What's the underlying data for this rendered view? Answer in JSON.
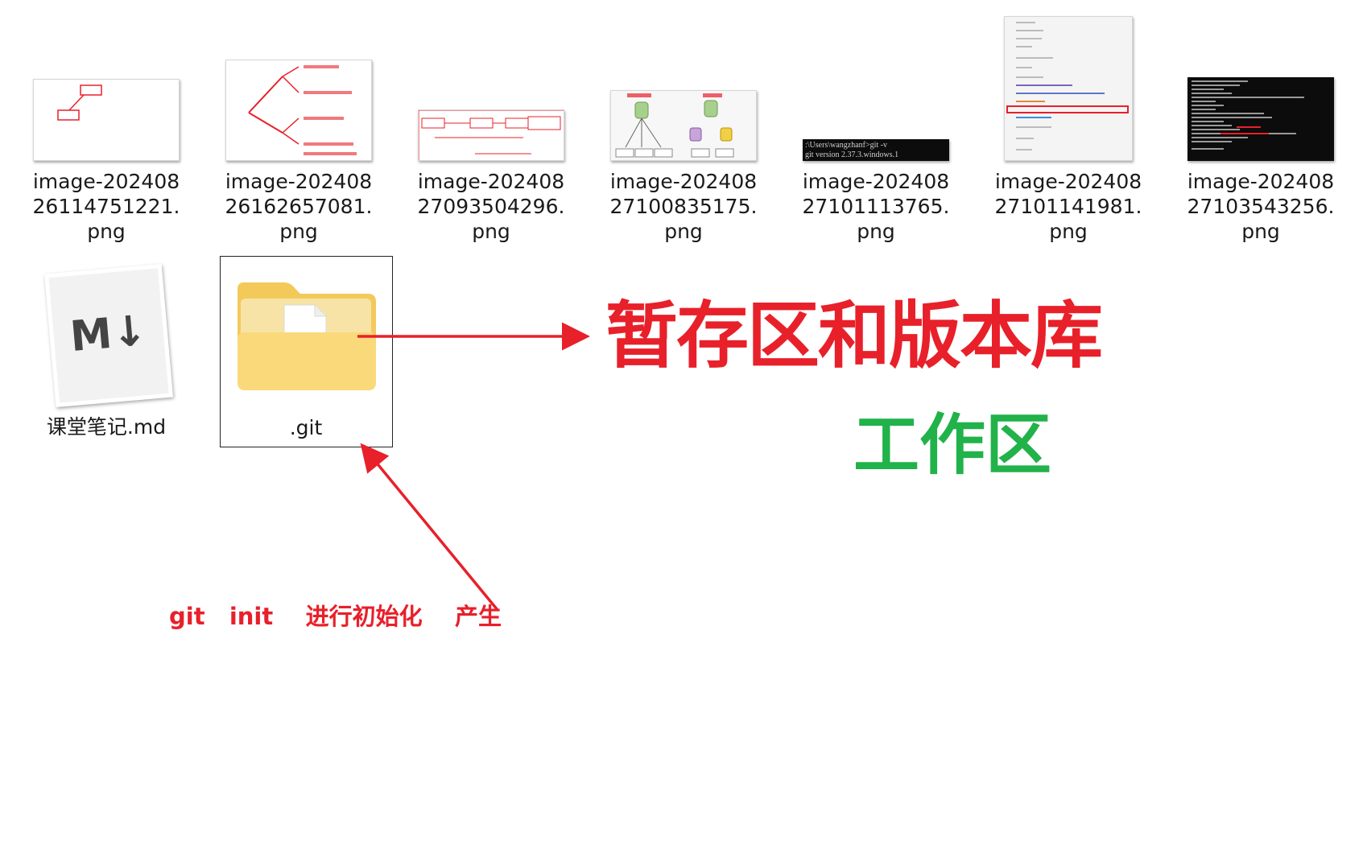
{
  "files": [
    {
      "name": "image-20240826114751221.png"
    },
    {
      "name": "image-20240826162657081.png"
    },
    {
      "name": "image-20240827093504296.png"
    },
    {
      "name": "image-20240827100835175.png"
    },
    {
      "name": "image-20240827101113765.png"
    },
    {
      "name": "image-20240827101141981.png"
    },
    {
      "name": "image-20240827103543256.png"
    }
  ],
  "thumb3_text": {
    "line1": ":\\Users\\wangzhanf>git -v",
    "line2": "git version 2.37.3.windows.1"
  },
  "markdown_file": {
    "name": "课堂笔记.md",
    "icon_text": "M↓"
  },
  "git_folder": {
    "name": ".git"
  },
  "annotations": {
    "repo_label": "暂存区和版本库",
    "work_label": "工作区",
    "init_note": "git   init    进行初始化    产生"
  },
  "colors": {
    "accent_red": "#e8202a",
    "accent_green": "#21b24a",
    "folder_yellow": "#f8d775"
  }
}
